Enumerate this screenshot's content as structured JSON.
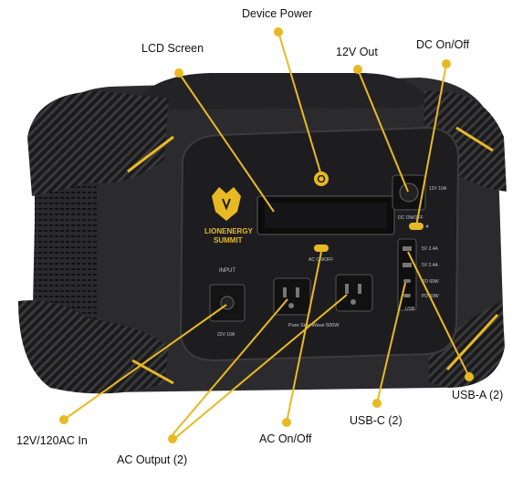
{
  "callouts": {
    "device_power": "Device Power",
    "lcd_screen": "LCD Screen",
    "twelve_v_out": "12V Out",
    "dc_on_off": "DC On/Off",
    "ac_input": "12V/120AC In",
    "ac_output": "AC Output (2)",
    "ac_on_off": "AC On/Off",
    "usb_c": "USB-C (2)",
    "usb_a": "USB-A (2)"
  },
  "device": {
    "brand_line1": "LIONENERGY",
    "brand_line2": "SUMMIT",
    "input_label": "INPUT",
    "input_rating": "22V 10A",
    "ac_switch_label": "AC ON/OFF",
    "pure_sine": "Pure Sine Wave 500W",
    "twelve_v_rating": "12V 10A",
    "dc_switch_label": "DC ON/OFF",
    "usb_label": "USB",
    "usb_ratings": [
      "5V 2.4A",
      "5V 2.4A",
      "PD 60W",
      "PD 60W"
    ]
  },
  "colors": {
    "accent_yellow": "#e8b923",
    "body_dark": "#2b2b2d",
    "panel_dark": "#1d1d1f"
  }
}
